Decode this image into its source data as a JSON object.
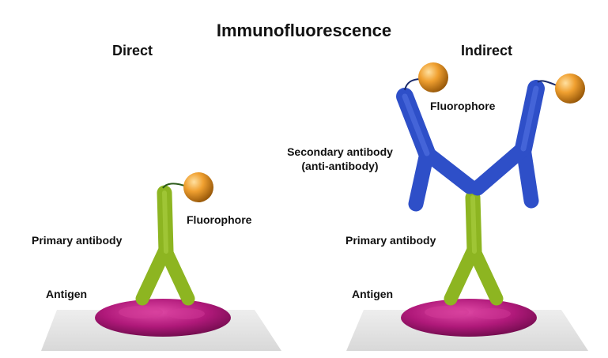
{
  "title": "Immunofluorescence",
  "direct": {
    "heading": "Direct",
    "fluorophore_label": "Fluorophore",
    "primary_antibody_label": "Primary antibody",
    "antigen_label": "Antigen"
  },
  "indirect": {
    "heading": "Indirect",
    "fluorophore_label": "Fluorophore",
    "secondary_antibody_label": "Secondary antibody",
    "secondary_antibody_sublabel": "(anti-antibody)",
    "primary_antibody_label": "Primary antibody",
    "antigen_label": "Antigen"
  },
  "colors": {
    "primary_antibody": "#8db521",
    "secondary_antibody": "#2e4fc8",
    "antigen": "#b0197a",
    "fluorophore": "#f0a030",
    "platform": "#e4e4e4"
  }
}
